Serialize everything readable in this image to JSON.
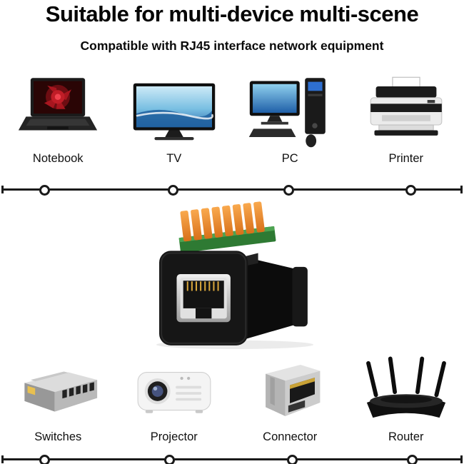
{
  "header": {
    "title": "Suitable for multi-device multi-scene",
    "subtitle": "Compatible with RJ45 interface network equipment"
  },
  "top_row": {
    "items": [
      {
        "label": "Notebook",
        "icon": "notebook-photo"
      },
      {
        "label": "TV",
        "icon": "tv-photo"
      },
      {
        "label": "PC",
        "icon": "desktop-pc-photo"
      },
      {
        "label": "Printer",
        "icon": "printer-photo"
      }
    ]
  },
  "center_product": {
    "icon": "rj45-adapter-photo",
    "colors": {
      "body": "#141414",
      "terminals": "#ef8c2a",
      "pcb": "#3d8b3f",
      "port_metal": "#c9c9c9"
    }
  },
  "bottom_row": {
    "items": [
      {
        "label": "Switches",
        "icon": "network-switch-photo"
      },
      {
        "label": "Projector",
        "icon": "projector-photo"
      },
      {
        "label": "Connector",
        "icon": "rj45-jack-photo"
      },
      {
        "label": "Router",
        "icon": "router-photo"
      }
    ]
  },
  "divider": {
    "line_color": "#1a1a1a",
    "node_fill": "#ffffff"
  }
}
